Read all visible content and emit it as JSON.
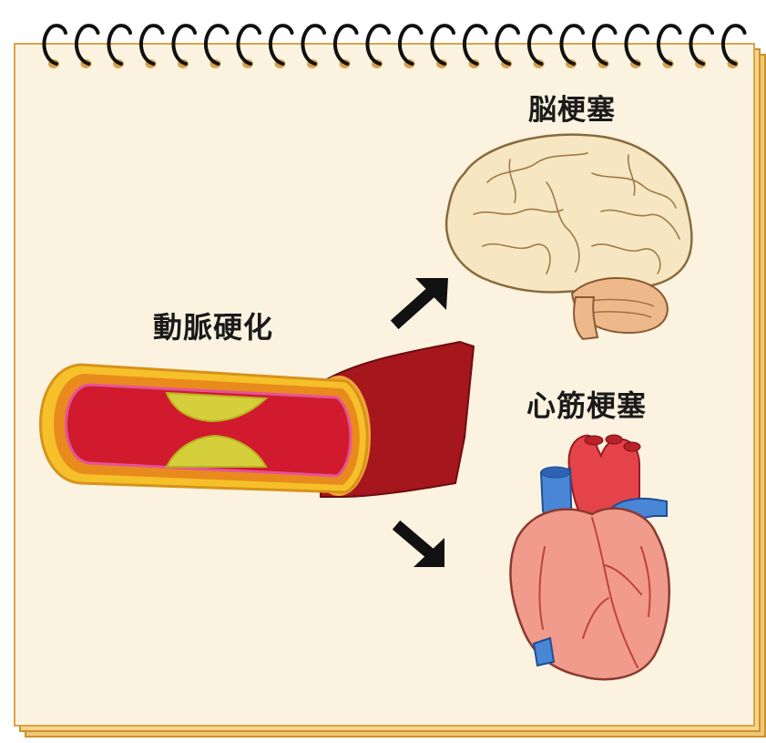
{
  "labels": {
    "arteriosclerosis": "動脈硬化",
    "cerebral_infarction": "脳梗塞",
    "myocardial_infarction": "心筋梗塞"
  },
  "icons": {
    "notebook": "spiral-notebook-icon",
    "artery": "artery-cross-section-icon",
    "brain": "brain-icon",
    "heart": "heart-icon",
    "arrow_up": "arrow-up-right-icon",
    "arrow_down": "arrow-down-right-icon"
  },
  "colors": {
    "paper": "#fbf3e0",
    "page_edge": "#f1c776",
    "artery_outer": "#e98a1c",
    "artery_wall": "#d11a2d",
    "artery_dark": "#a5161d",
    "plaque": "#d4cf3a",
    "brain": "#f6e7c2",
    "cerebellum": "#eeb98a",
    "heart": "#f19b8c",
    "aorta": "#e4434a",
    "vein": "#4a86d6"
  }
}
